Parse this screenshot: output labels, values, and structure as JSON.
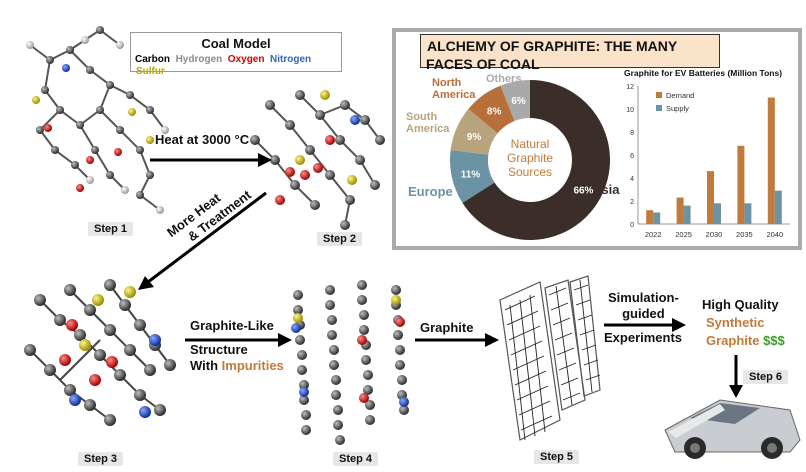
{
  "legend": {
    "title": "Coal Model",
    "carbon": "Carbon",
    "hydrogen": "Hydrogen",
    "oxygen": "Oxygen",
    "nitrogen": "Nitrogen",
    "sulfur": "Sulfur"
  },
  "colors": {
    "carbon": "#000000",
    "hydrogen": "#8c8c8c",
    "oxygen": "#d90000",
    "nitrogen": "#3a63b8",
    "sulfur": "#b5a900",
    "accent_brown": "#c07a3c",
    "accent_green": "#3d9a2d",
    "donut_asia": "#3a2d2a",
    "donut_europe": "#6b93a4",
    "donut_south_america": "#b7a47d",
    "donut_north_america": "#b8703a",
    "donut_others": "#a9a9a9"
  },
  "process": {
    "heat_label": "Heat at 3000 °C",
    "more_heat_line1": "More Heat",
    "more_heat_line2": "& Treatment",
    "graphite_like_line1": "Graphite-Like",
    "graphite_like_line2": "Structure",
    "graphite_like_line3a": "With ",
    "graphite_like_line3b": "Impurities",
    "graphite_label": "Graphite",
    "simulation_line1": "Simulation-",
    "simulation_line2": "guided",
    "simulation_line3": "Experiments",
    "hq_line1": "High Quality",
    "hq_line2": "Synthetic",
    "hq_line3a": "Graphite ",
    "hq_line3b": "$$$"
  },
  "steps": [
    "Step 1",
    "Step 2",
    "Step 3",
    "Step 4",
    "Step 5",
    "Step 6"
  ],
  "infobox": {
    "title_line1": "ALCHEMY OF GRAPHITE: THE MANY",
    "title_line2": "FACES OF COAL",
    "donut_center_line1": "Natural",
    "donut_center_line2": "Graphite",
    "donut_center_line3": "Sources"
  },
  "chart_data": [
    {
      "type": "pie",
      "title": "",
      "categories": [
        "Asia",
        "Europe",
        "South America",
        "North America",
        "Others"
      ],
      "values": [
        66,
        11,
        9,
        8,
        6
      ],
      "value_labels": [
        "66%",
        "11%",
        "9%",
        "8%",
        "6%"
      ],
      "display_labels": [
        "Asia",
        "Europe",
        "South\nAmerica",
        "North\nAmerica",
        "Others"
      ]
    },
    {
      "type": "bar",
      "title": "Graphite for EV Batteries (Million Tons)",
      "categories": [
        "2022",
        "2025",
        "2030",
        "2035",
        "2040"
      ],
      "series": [
        {
          "name": "Demand",
          "values": [
            1.2,
            2.3,
            4.6,
            6.8,
            11.0
          ]
        },
        {
          "name": "Supply",
          "values": [
            1.0,
            1.6,
            1.8,
            1.8,
            2.9
          ]
        }
      ],
      "yticks": [
        0,
        2,
        4,
        6,
        8,
        10,
        12
      ],
      "ylim": [
        0,
        12
      ],
      "legend_position": "top-left"
    }
  ]
}
